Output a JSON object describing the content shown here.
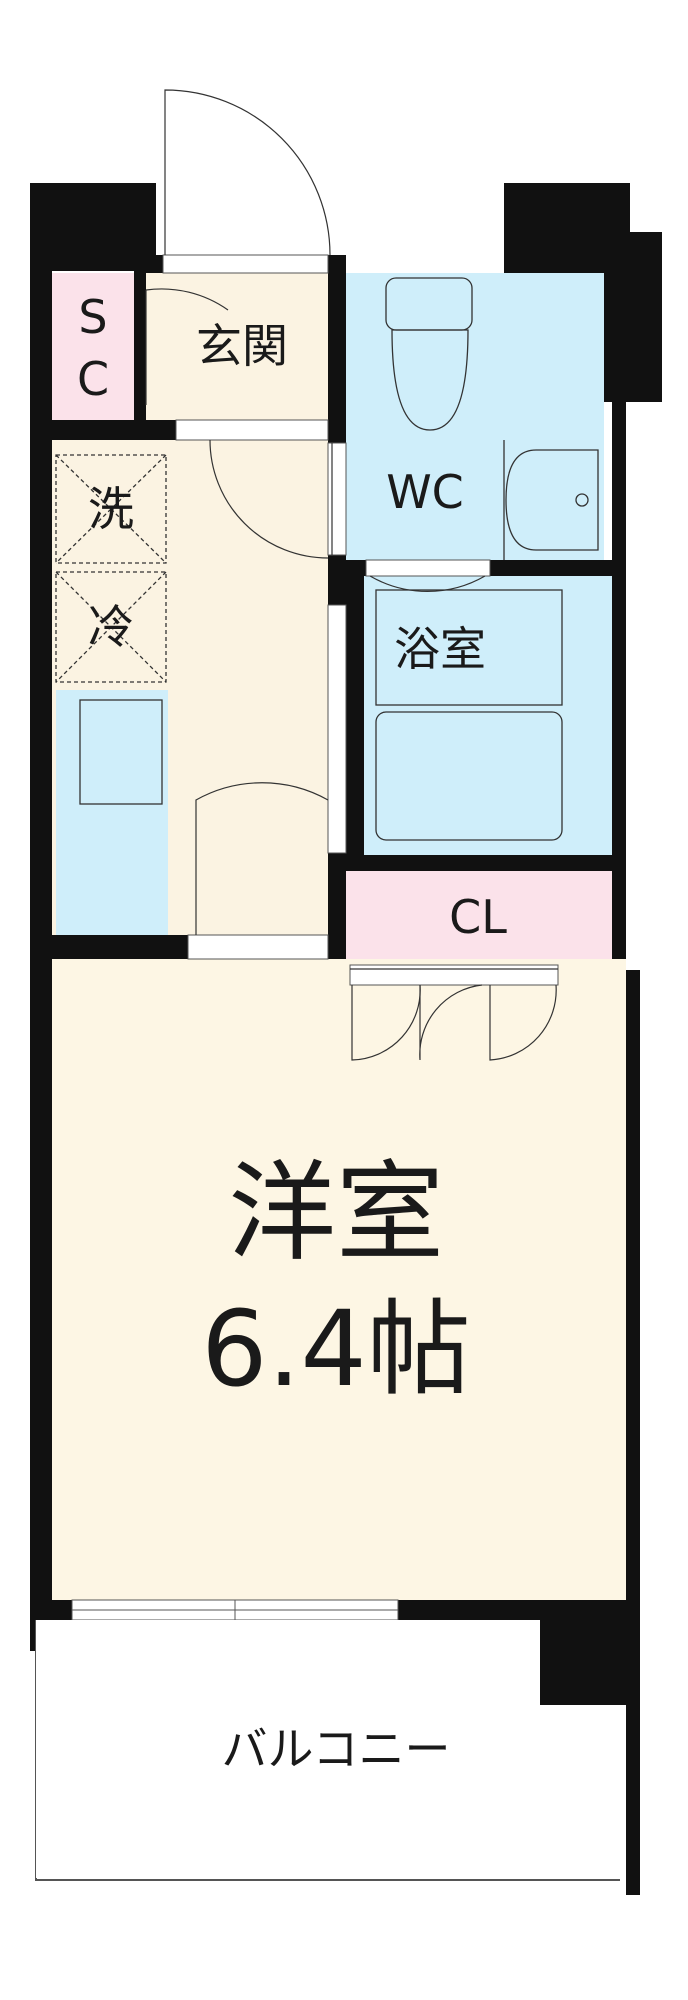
{
  "floor_plan": {
    "rooms": {
      "sc_top": "S",
      "sc_bottom": "C",
      "entrance": "玄関",
      "wc": "WC",
      "washer": "洗",
      "fridge": "冷",
      "bath": "浴室",
      "closet": "CL",
      "western_room": "洋室",
      "western_room_size": "6.4帖",
      "balcony": "バルコニー"
    },
    "colors": {
      "wall": "#111111",
      "western_room_floor": "#fdf6e4",
      "wet_area_floor": "#cfeefa",
      "storage_floor": "#fbe2ea",
      "entrance_floor": "#fbf3e2"
    }
  }
}
